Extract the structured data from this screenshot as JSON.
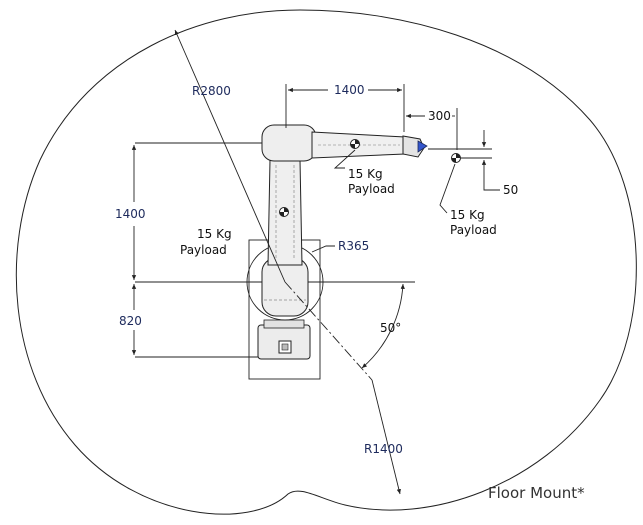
{
  "diagram": {
    "caption": "Floor Mount*",
    "angle": "50°",
    "radii": {
      "outer": "R2800",
      "inner": "R1400",
      "base_clearance": "R365"
    },
    "dimensions": {
      "upper_arm_reach": "1400",
      "wrist_offset": "300",
      "wrist_drop": "50",
      "vertical_upper": "1400",
      "vertical_base": "820"
    },
    "payload_labels": [
      {
        "weight": "15 Kg",
        "word": "Payload"
      },
      {
        "weight": "15 Kg",
        "word": "Payload"
      },
      {
        "weight": "15 Kg",
        "word": "Payload"
      }
    ],
    "colors": {
      "line": "#222222",
      "robot_body": "#e9e9e9",
      "tool_accent": "#3355cc",
      "dim_text": "#1d2a5c"
    }
  }
}
